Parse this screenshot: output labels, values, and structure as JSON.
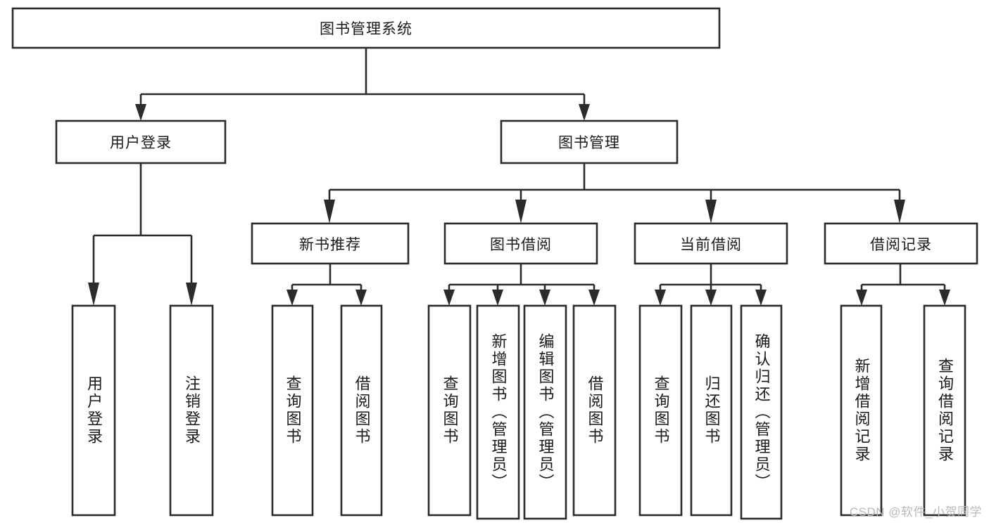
{
  "diagram": {
    "type": "tree-hierarchy",
    "title": "图书管理系统",
    "orientation": "top-down",
    "colors": {
      "box_stroke": "#2b2b2b",
      "box_fill": "#ffffff",
      "text": "#1a1a1a",
      "background": "#ffffff",
      "watermark": "#b9b9b9"
    },
    "root": {
      "label": "图书管理系统"
    },
    "level1": [
      {
        "id": "user-login",
        "label": "用户登录"
      },
      {
        "id": "book-management",
        "label": "图书管理"
      }
    ],
    "level2": [
      {
        "id": "new-book-recommend",
        "label": "新书推荐",
        "parent": "book-management"
      },
      {
        "id": "book-borrow",
        "label": "图书借阅",
        "parent": "book-management"
      },
      {
        "id": "current-borrow",
        "label": "当前借阅",
        "parent": "book-management"
      },
      {
        "id": "borrow-record",
        "label": "借阅记录",
        "parent": "book-management"
      }
    ],
    "leaves": {
      "user-login": [
        {
          "id": "leaf-user-login",
          "label": "用户登录"
        },
        {
          "id": "leaf-logout-login",
          "label": "注销登录"
        }
      ],
      "new-book-recommend": [
        {
          "id": "leaf-query-books-1",
          "label": "查询图书"
        },
        {
          "id": "leaf-borrow-books-1",
          "label": "借阅图书"
        }
      ],
      "book-borrow": [
        {
          "id": "leaf-query-books-2",
          "label": "查询图书"
        },
        {
          "id": "leaf-add-book-admin",
          "label": "新增图书（管理员）"
        },
        {
          "id": "leaf-edit-book-admin",
          "label": "编辑图书（管理员）"
        },
        {
          "id": "leaf-borrow-books-2",
          "label": "借阅图书"
        }
      ],
      "current-borrow": [
        {
          "id": "leaf-query-books-3",
          "label": "查询图书"
        },
        {
          "id": "leaf-return-books",
          "label": "归还图书"
        },
        {
          "id": "leaf-confirm-return-admin",
          "label": "确认归还（管理员）"
        }
      ],
      "borrow-record": [
        {
          "id": "leaf-add-borrow-record",
          "label": "新增借阅记录"
        },
        {
          "id": "leaf-query-borrow-record",
          "label": "查询借阅记录"
        }
      ]
    }
  },
  "watermark": {
    "text": "CSDN @软件_小贺同学"
  }
}
